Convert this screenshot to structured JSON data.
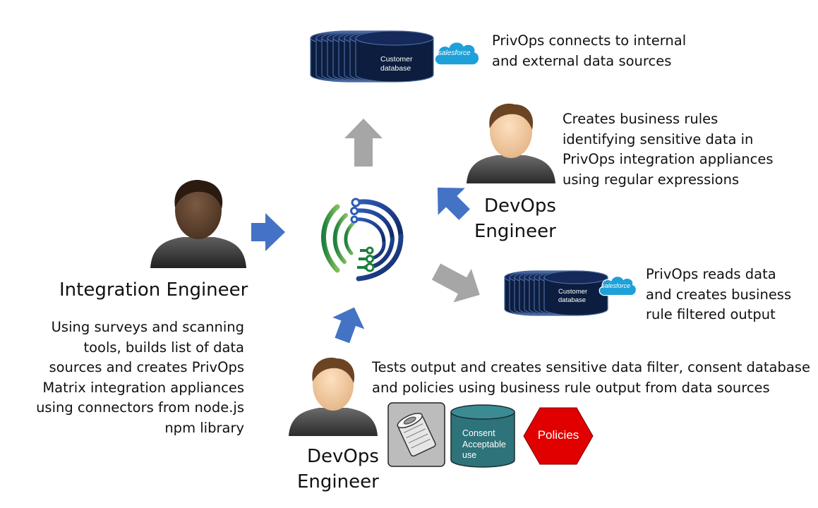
{
  "colors": {
    "db_navy": "#0c1d3f",
    "db_stroke": "#4a6aa0",
    "salesforce_blue": "#1ea0d9",
    "arrow_blue": "#4472c4",
    "arrow_gray": "#a6a6a6",
    "consent_teal": "#2e7379",
    "policies_red": "#e00000",
    "logo_green": "#1e7f3c",
    "logo_navy": "#1f3a8a"
  },
  "top_db": {
    "label": "Customer database",
    "brand": "salesforce",
    "caption": [
      "PrivOps connects to internal",
      "and external data sources"
    ]
  },
  "devops_top": {
    "role": [
      "DevOps",
      "Engineer"
    ],
    "caption": [
      "Creates business rules",
      "identifying sensitive data in",
      "PrivOps integration appliances",
      "using regular expressions"
    ]
  },
  "integration": {
    "role": "Integration Engineer",
    "caption": [
      "Using surveys and scanning",
      "tools, builds list of data",
      "sources and creates PrivOps",
      "Matrix integration appliances",
      "using connectors from node.js",
      "npm library"
    ]
  },
  "right_db": {
    "label": "Customer database",
    "brand": "salesforce",
    "caption": [
      "PrivOps reads data",
      "and creates business",
      "rule filtered output"
    ]
  },
  "devops_bottom": {
    "role": [
      "DevOps",
      "Engineer"
    ],
    "caption": [
      "Tests output and creates sensitive data filter, consent database",
      "and policies using business rule output from data sources"
    ]
  },
  "consent_db": {
    "label": [
      "Consent",
      "Acceptable",
      "use"
    ]
  },
  "policies": {
    "label": "Policies"
  },
  "icons": [
    "person-icon",
    "database-stack-icon",
    "salesforce-cloud-icon",
    "privops-logo-icon",
    "filter-icon",
    "arrow-icon"
  ]
}
